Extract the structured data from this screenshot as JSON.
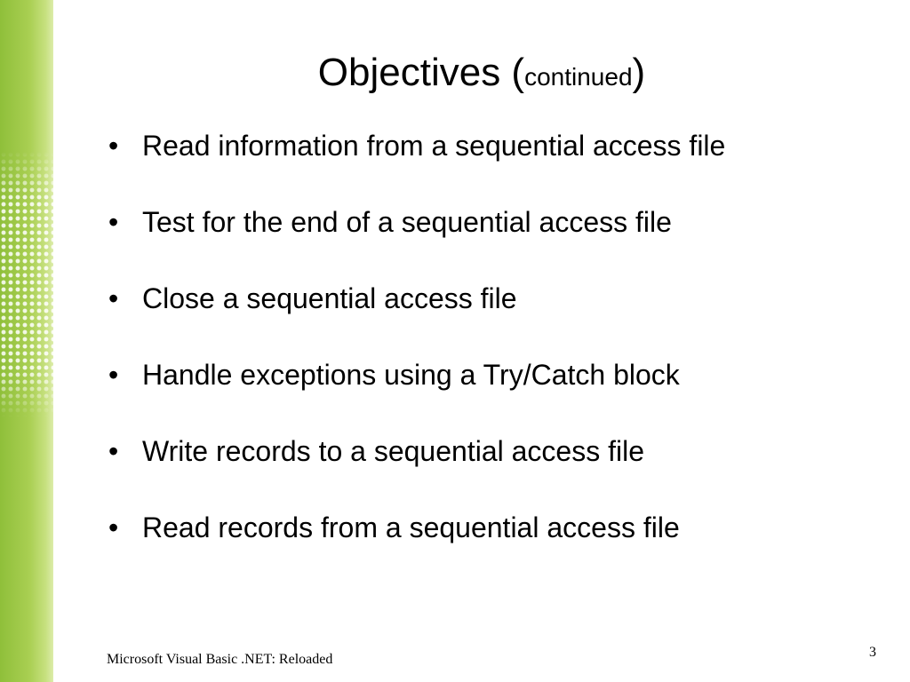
{
  "slide": {
    "title_main": "Objectives (",
    "title_sub": "continued",
    "title_close": ")",
    "bullets": [
      "Read information from a sequential access file",
      "Test for the end of a sequential access file",
      "Close a sequential access file",
      "Handle exceptions using a Try/Catch block",
      "Write records to a sequential access file",
      "Read records from a sequential access file"
    ],
    "bullet_glyph": "•",
    "footer": "Microsoft Visual Basic .NET: Reloaded",
    "page_number": "3"
  },
  "colors": {
    "sidebar_green": "#a9cf52",
    "text": "#000000",
    "background": "#ffffff"
  }
}
